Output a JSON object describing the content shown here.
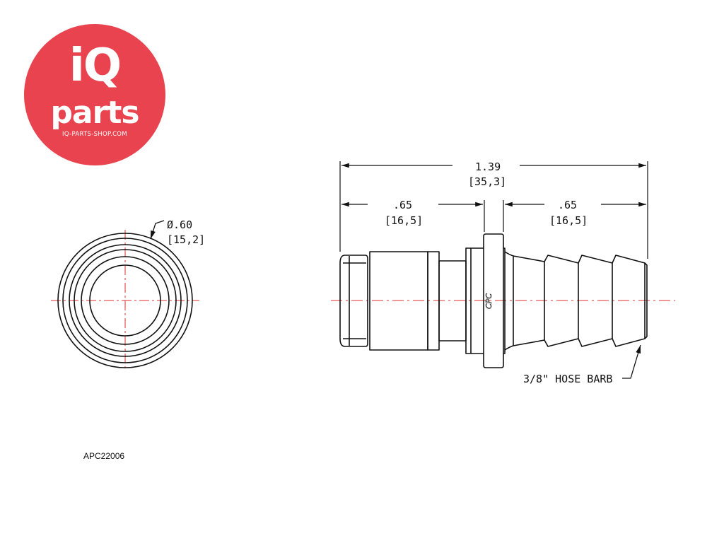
{
  "logo": {
    "title": "iQ",
    "subtitle": "parts",
    "url": "IQ-PARTS-SHOP.COM",
    "color": "#e8434e"
  },
  "part_code": "APC22006",
  "end_view": {
    "diameter_inch": "Ø.60",
    "diameter_mm": "[15,2]"
  },
  "side_view": {
    "overall_inch": "1.39",
    "overall_mm": "[35,3]",
    "left_inch": ".65",
    "left_mm": "[16,5]",
    "right_inch": ".65",
    "right_mm": "[16,5]",
    "callout": "3/8\" HOSE BARB",
    "marking": "CPC"
  },
  "colors": {
    "line": "#111111",
    "centerline": "#e03030"
  }
}
